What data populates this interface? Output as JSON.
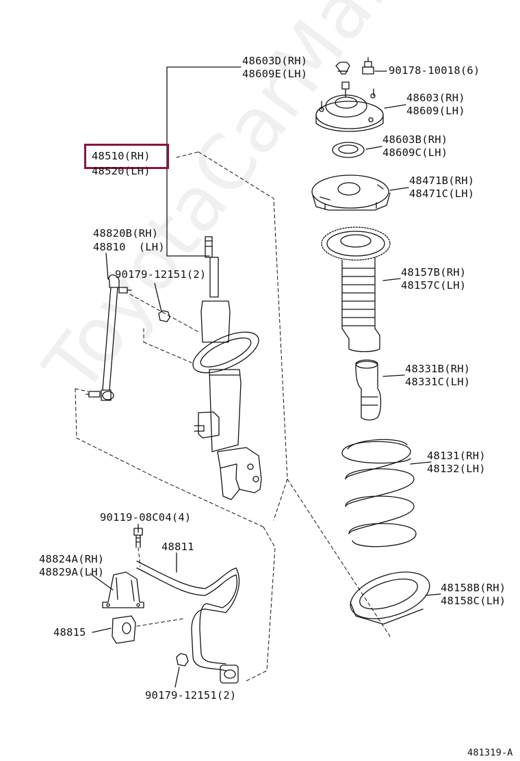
{
  "watermark": "ToyotaCarMan.ru",
  "highlight_color": "#8a1538",
  "labels": {
    "p48603D": "48603D(RH)",
    "p48609E": "48609E(LH)",
    "p90178": "90178-10018(6)",
    "p48603": "48603(RH)",
    "p48609": "48609(LH)",
    "p48603B": "48603B(RH)",
    "p48609C": "48609C(LH)",
    "p48510": "48510(RH)",
    "p48520": "48520(LH)",
    "p48471B": "48471B(RH)",
    "p48471C": "48471C(LH)",
    "p48820B": "48820B(RH)",
    "p48810": "48810  (LH)",
    "p90179a": "90179-12151(2)",
    "p48157B": "48157B(RH)",
    "p48157C": "48157C(LH)",
    "p48331B": "48331B(RH)",
    "p48331C": "48331C(LH)",
    "p48131": "48131(RH)",
    "p48132": "48132(LH)",
    "p90119": "90119-08C04(4)",
    "p48811": "48811",
    "p48824A": "48824A(RH)",
    "p48829A": "48829A(LH)",
    "p48158B": "48158B(RH)",
    "p48158C": "48158C(LH)",
    "p48815": "48815",
    "p90179b": "90179-12151(2)",
    "diagram_id": "481319-A"
  }
}
